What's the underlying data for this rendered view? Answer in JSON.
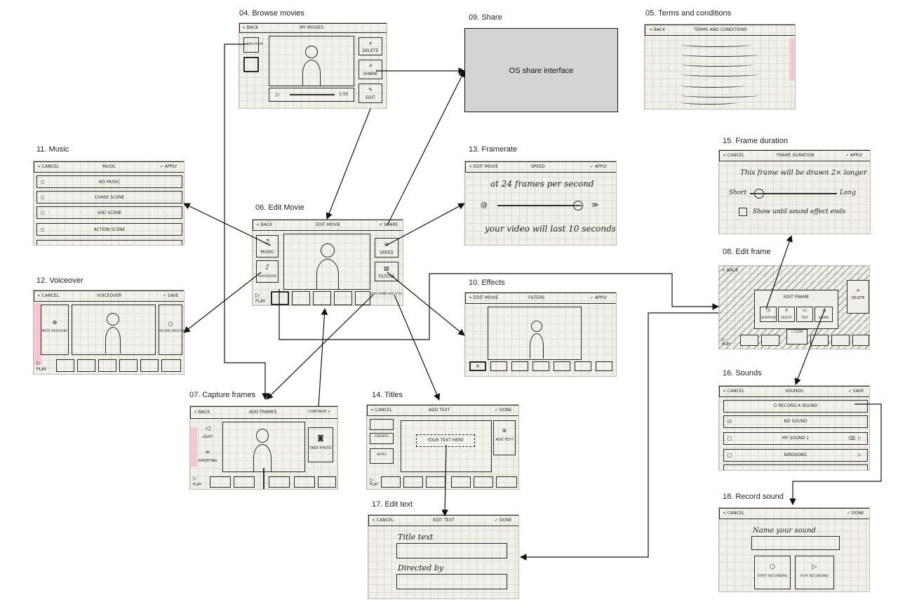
{
  "screens": {
    "browse": {
      "title": "04. Browse movies",
      "back": "< Back",
      "header": "My Movies",
      "new_movie": "+ New Movie",
      "delete": "Delete",
      "share": "Share",
      "edit": "Edit",
      "time": "1:55"
    },
    "share": {
      "title": "09. Share",
      "text": "OS share interface"
    },
    "terms": {
      "title": "05. Terms and conditions",
      "back": "< Back",
      "header": "Terms and Conditions"
    },
    "music": {
      "title": "11. Music",
      "cancel": "< Cancel",
      "header": "Music",
      "apply": "✓ Apply",
      "items": [
        "No Music",
        "Chase Scene",
        "Sad Scene",
        "Action Scene"
      ]
    },
    "framerate": {
      "title": "13. Framerate",
      "cancel": "< Edit Movie",
      "header": "Speed",
      "apply": "✓ Apply",
      "line1": "at 24 frames per second",
      "line2": "your video will last 10 seconds"
    },
    "frame_duration": {
      "title": "15. Frame duration",
      "cancel": "< Cancel",
      "header": "Frame Duration",
      "apply": "✓ Apply",
      "line1": "This frame will be drawn 2× longer",
      "short": "Short",
      "long": "Long",
      "checkbox": "Show until sound effect ends"
    },
    "edit_movie": {
      "title": "06. Edit Movie",
      "back": "< Back",
      "header": "Edit Movie",
      "share": "Share",
      "music": "Music",
      "voiceover": "Voiceover",
      "speed": "Speed",
      "filters": "Filters",
      "play": "Play",
      "add_frame": "Add Frame",
      "add_title": "Add Title"
    },
    "voiceover": {
      "title": "12. Voiceover",
      "cancel": "< Cancel",
      "header": "Voiceover",
      "save": "✓ Save",
      "mute": "Mute Voiceover",
      "record": "Record Voiceover",
      "play": "Play"
    },
    "effects": {
      "title": "10. Effects",
      "cancel": "< Edit Movie",
      "header": "Filters",
      "apply": "✓ Apply"
    },
    "edit_frame": {
      "title": "08. Edit frame",
      "back": "< Back",
      "header": "Edit Frame",
      "delete_right": "Delete",
      "duration": "Duration",
      "delete": "Delete",
      "text": "Text",
      "sound": "Sound",
      "close": "× Close",
      "play": "Play"
    },
    "capture": {
      "title": "07. Capture frames",
      "back": "< Back",
      "header": "Add Frames",
      "continue": "Continue >",
      "light": "Light",
      "ghosting": "Ghosting",
      "take_photo": "Take Photo",
      "play": "Play"
    },
    "titles": {
      "title": "14. Titles",
      "cancel": "< Cancel",
      "header": "Add Text",
      "done": "✓ Done",
      "placeholder": "Your text here",
      "credits": "Credits",
      "intro": "Intro",
      "add_text": "Add Text",
      "play": "Play"
    },
    "sounds": {
      "title": "16. Sounds",
      "cancel": "< Cancel",
      "header": "Sounds",
      "save": "✓ Save",
      "items": [
        "O Record a sound",
        "No sound",
        "My sound 1",
        "Birdsong"
      ]
    },
    "edit_text": {
      "title": "17. Edit text",
      "cancel": "< Cancel",
      "header": "Edit Text",
      "done": "✓ Done",
      "label1": "Title text",
      "label2": "Directed by"
    },
    "record": {
      "title": "18. Record sound",
      "cancel": "< Cancel",
      "header": "",
      "done": "✓ Done",
      "label": "Name your sound",
      "start": "Start Recording",
      "play": "Play Recording"
    }
  },
  "line_color": "#111111"
}
